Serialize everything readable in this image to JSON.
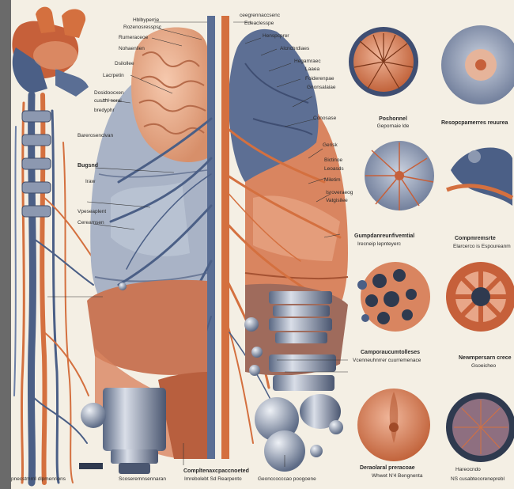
{
  "labels": {
    "l1": "Hblbyperrie",
    "l2": "Rozenosresspsc",
    "l3": "Rumeraceoe",
    "l4": "Nohaenlien",
    "l5": "Dsilollee",
    "l6": "Lacrpetin",
    "l7": "Dosidoocxen",
    "l8": "cusahi sorai",
    "l9": "bredyphr",
    "l10": "Barerosenclvan",
    "l11": "Bugsnd",
    "l12": "Iraw",
    "l13": "Vpeseaplent",
    "l14": "Cereamsen",
    "l15": "ceegrennaccsenc",
    "l16": "Edeaclesspe",
    "l17": "Henspcprer",
    "l18": "Alcnchrdiaes",
    "l19": "Hegamraec",
    "l20": "Laaea",
    "l21": "Foiderenpae",
    "l22": "Gnonsalaiae",
    "l23": "Conosase",
    "l24": "Gerisk",
    "l25": "Bictinoe",
    "l26": "Leoasds",
    "l27": "Miletim",
    "l28": "Isroveraeog",
    "l29": "Vatgisilee",
    "l30": "Poshonnel",
    "l31": "Gepornaie lde",
    "l32": "Resopcpamerres reuurea",
    "l33": "Gumpdanreunfivemtial",
    "l34": "Irecneip lepnteyerc",
    "l35": "Compmremsrte",
    "l36": "Elarcerco is Espoureanm",
    "l37": "Camporaucumtolleses",
    "l38": "Vcenneuhnrrer cuurremenace",
    "l39": "Newmpersarn crece",
    "l40": "Gsoeicheo",
    "l41": "Deraolaral preracoae",
    "l42": "Whwet N'4 Bengnenta",
    "l43": "Compltenaxcpaccnoeted",
    "l44": "Imrebolebt Sd Rearpento",
    "l45": "Geonccocccao poogoene",
    "l46": "Hareocndo",
    "l47": "Scoseremnsennaran",
    "l48": "pnecstmrnl dlpmenrions",
    "l49": "NS cusabtecoreneprebl"
  },
  "colors": {
    "paper": "#f4efe4",
    "artery": "#d4703f",
    "vein": "#4b5f86",
    "tissue": "#e8a688",
    "lung": "#a9b3c6",
    "ink": "#2a2a2a"
  }
}
